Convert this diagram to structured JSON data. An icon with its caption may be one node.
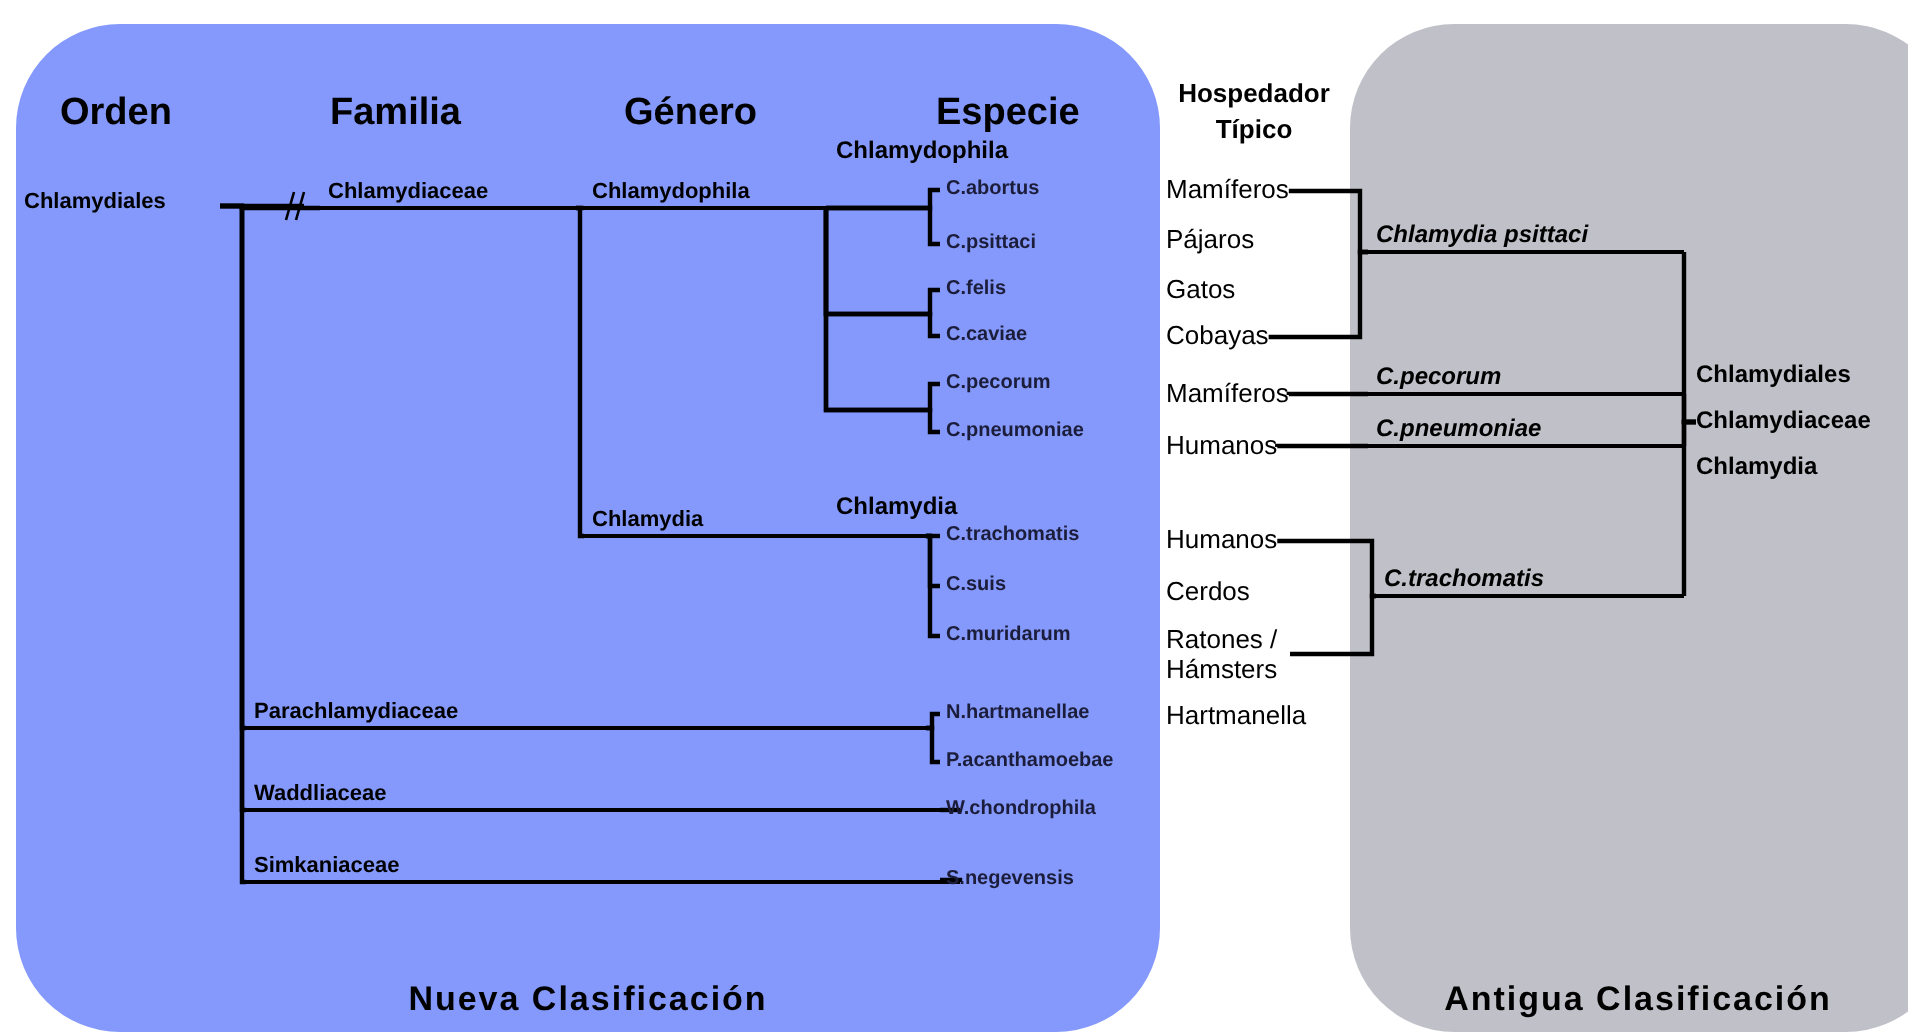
{
  "diagram": {
    "nodes": [
      {
        "text": [
          "Nueva Clasificación"
        ]
      },
      {
        "text": [
          "Antigua Clasificación"
        ]
      },
      {
        "text": [
          "Chlamydiales"
        ],
        "in": 0
      },
      {
        "text": [
          "Chlamydiaceae"
        ],
        "in": 0
      },
      {
        "text": [
          "Parachlamydiaceae"
        ],
        "in": 0
      },
      {
        "text": [
          "Waddliaceae"
        ],
        "in": 0
      },
      {
        "text": [
          "Simkaniaceae"
        ],
        "in": 0
      },
      {
        "text": [
          "Chlamydophila"
        ],
        "in": 0
      },
      {
        "text": [
          "Chlamydia"
        ],
        "in": 0
      },
      {
        "text": [
          "C.abortus"
        ],
        "in": 0
      },
      {
        "text": [
          "C.psittaci"
        ],
        "in": 0
      },
      {
        "text": [
          "C.felis"
        ],
        "in": 0
      },
      {
        "text": [
          "C.caviae"
        ],
        "in": 0
      },
      {
        "text": [
          "C.pecorum"
        ],
        "in": 0
      },
      {
        "text": [
          "C.pneumoniae"
        ],
        "in": 0
      },
      {
        "text": [
          "C.trachomatis"
        ],
        "in": 0
      },
      {
        "text": [
          "C.suis"
        ],
        "in": 0
      },
      {
        "text": [
          "C.muridarum"
        ],
        "in": 0
      },
      {
        "text": [
          "N.hartmanellae"
        ],
        "in": 0
      },
      {
        "text": [
          "P.acanthamoebae"
        ],
        "in": 0
      },
      {
        "text": [
          "W.chondrophila"
        ],
        "in": 0
      },
      {
        "text": [
          "S.negevensis"
        ],
        "in": 0
      },
      {
        "text": [
          "Mamíferos"
        ]
      },
      {
        "text": [
          "Pájaros"
        ]
      },
      {
        "text": [
          "Gatos"
        ]
      },
      {
        "text": [
          "Cobayas"
        ]
      },
      {
        "text": [
          "Mamíferos"
        ]
      },
      {
        "text": [
          "Humanos"
        ]
      },
      {
        "text": [
          "Humanos"
        ]
      },
      {
        "text": [
          "Cerdos"
        ]
      },
      {
        "text": [
          "Ratones / Hámsters"
        ]
      },
      {
        "text": [
          "Hartmanella"
        ]
      },
      {
        "text": [
          "Chlamydia psittaci"
        ],
        "in": 1
      },
      {
        "text": [
          "C.pecorum"
        ],
        "in": 1
      },
      {
        "text": [
          "C.pneumoniae"
        ],
        "in": 1
      },
      {
        "text": [
          "C.trachomatis"
        ],
        "in": 1
      },
      {
        "text": [
          "Chlamydiales",
          "Chlamydiaceae",
          "Chlamydia"
        ],
        "in": 1
      }
    ],
    "edges": [
      {
        "from": 2,
        "to": 3,
        "arrow": "none"
      },
      {
        "from": 2,
        "to": 4,
        "arrow": "none"
      },
      {
        "from": 2,
        "to": 5,
        "arrow": "none"
      },
      {
        "from": 2,
        "to": 6,
        "arrow": "none"
      },
      {
        "from": 3,
        "to": 7,
        "arrow": "none"
      },
      {
        "from": 3,
        "to": 8,
        "arrow": "none"
      },
      {
        "from": 7,
        "to": 9,
        "arrow": "none"
      },
      {
        "from": 7,
        "to": 10,
        "arrow": "none"
      },
      {
        "from": 7,
        "to": 11,
        "arrow": "none"
      },
      {
        "from": 7,
        "to": 12,
        "arrow": "none"
      },
      {
        "from": 7,
        "to": 13,
        "arrow": "none"
      },
      {
        "from": 7,
        "to": 14,
        "arrow": "none"
      },
      {
        "from": 8,
        "to": 15,
        "arrow": "none"
      },
      {
        "from": 8,
        "to": 16,
        "arrow": "none"
      },
      {
        "from": 8,
        "to": 17,
        "arrow": "none"
      },
      {
        "from": 4,
        "to": 18,
        "arrow": "none"
      },
      {
        "from": 4,
        "to": 19,
        "arrow": "none"
      },
      {
        "from": 5,
        "to": 20,
        "arrow": "none"
      },
      {
        "from": 6,
        "to": 21,
        "arrow": "none"
      },
      {
        "from": 22,
        "to": 32,
        "arrow": "none"
      },
      {
        "from": 25,
        "to": 32,
        "arrow": "none"
      },
      {
        "from": 26,
        "to": 33,
        "arrow": "none"
      },
      {
        "from": 27,
        "to": 34,
        "arrow": "none"
      },
      {
        "from": 28,
        "to": 35,
        "arrow": "none"
      },
      {
        "from": 30,
        "to": 35,
        "arrow": "none"
      },
      {
        "from": 32,
        "to": 36,
        "arrow": "none"
      },
      {
        "from": 33,
        "to": 36,
        "arrow": "none"
      },
      {
        "from": 34,
        "to": 36,
        "arrow": "none"
      },
      {
        "from": 35,
        "to": 36,
        "arrow": "none"
      }
    ],
    "labels": [
      "Orden",
      "Familia",
      "Género",
      "Especie",
      "Hospedador Típico",
      "Chlamydophila",
      "Chlamydia"
    ]
  }
}
